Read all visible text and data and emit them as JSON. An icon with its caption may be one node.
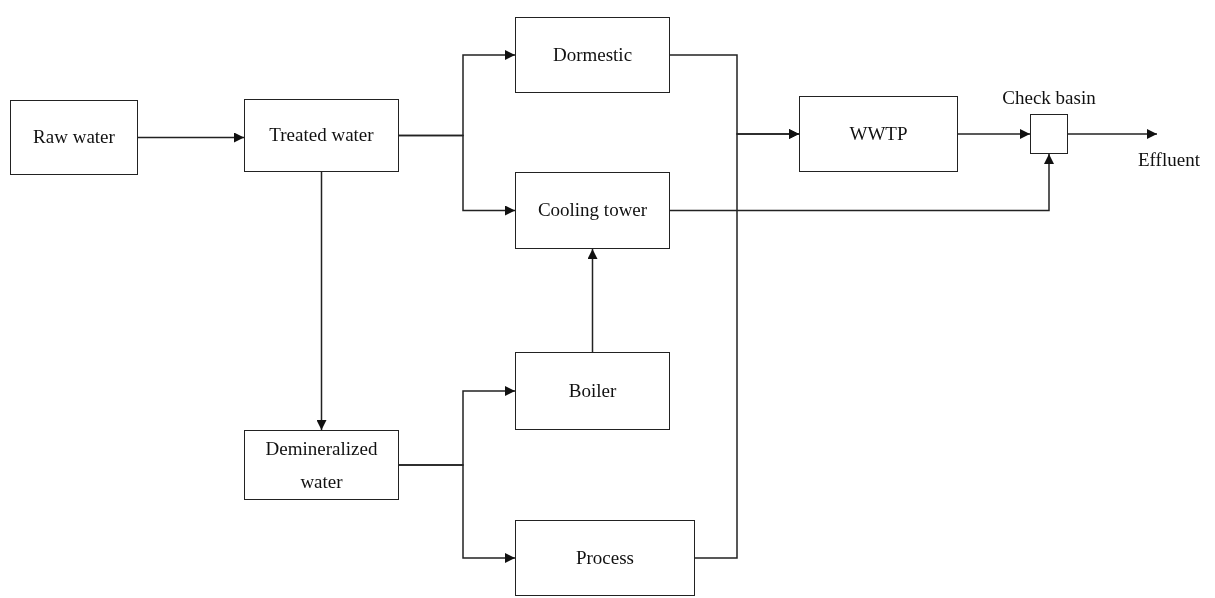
{
  "diagram": {
    "nodes": [
      {
        "text": [
          "Raw water"
        ]
      },
      {
        "text": [
          "Treated water"
        ]
      },
      {
        "text": [
          "Dormestic"
        ]
      },
      {
        "text": [
          "Cooling tower"
        ]
      },
      {
        "text": [
          "Boiler"
        ]
      },
      {
        "text": [
          "Demineralized water"
        ]
      },
      {
        "text": [
          "Process"
        ]
      },
      {
        "text": [
          "WWTP"
        ]
      },
      {
        "text": [
          "Check basin"
        ]
      },
      {
        "text": [
          "Effluent"
        ]
      }
    ],
    "edges": [
      {
        "from": 0,
        "to": 1,
        "arrow": "to"
      },
      {
        "from": 1,
        "to": 2,
        "arrow": "to"
      },
      {
        "from": 1,
        "to": 3,
        "arrow": "to"
      },
      {
        "from": 1,
        "to": 5,
        "arrow": "to"
      },
      {
        "from": 5,
        "to": 4,
        "arrow": "to"
      },
      {
        "from": 5,
        "to": 6,
        "arrow": "to"
      },
      {
        "from": 4,
        "to": 3,
        "arrow": "to"
      },
      {
        "from": 2,
        "to": 7,
        "arrow": "to"
      },
      {
        "from": 6,
        "to": 7,
        "arrow": "to"
      },
      {
        "from": 7,
        "to": 8,
        "arrow": "to"
      },
      {
        "from": 3,
        "to": 8,
        "arrow": "to"
      },
      {
        "from": 8,
        "to": 9,
        "arrow": "to"
      }
    ]
  }
}
